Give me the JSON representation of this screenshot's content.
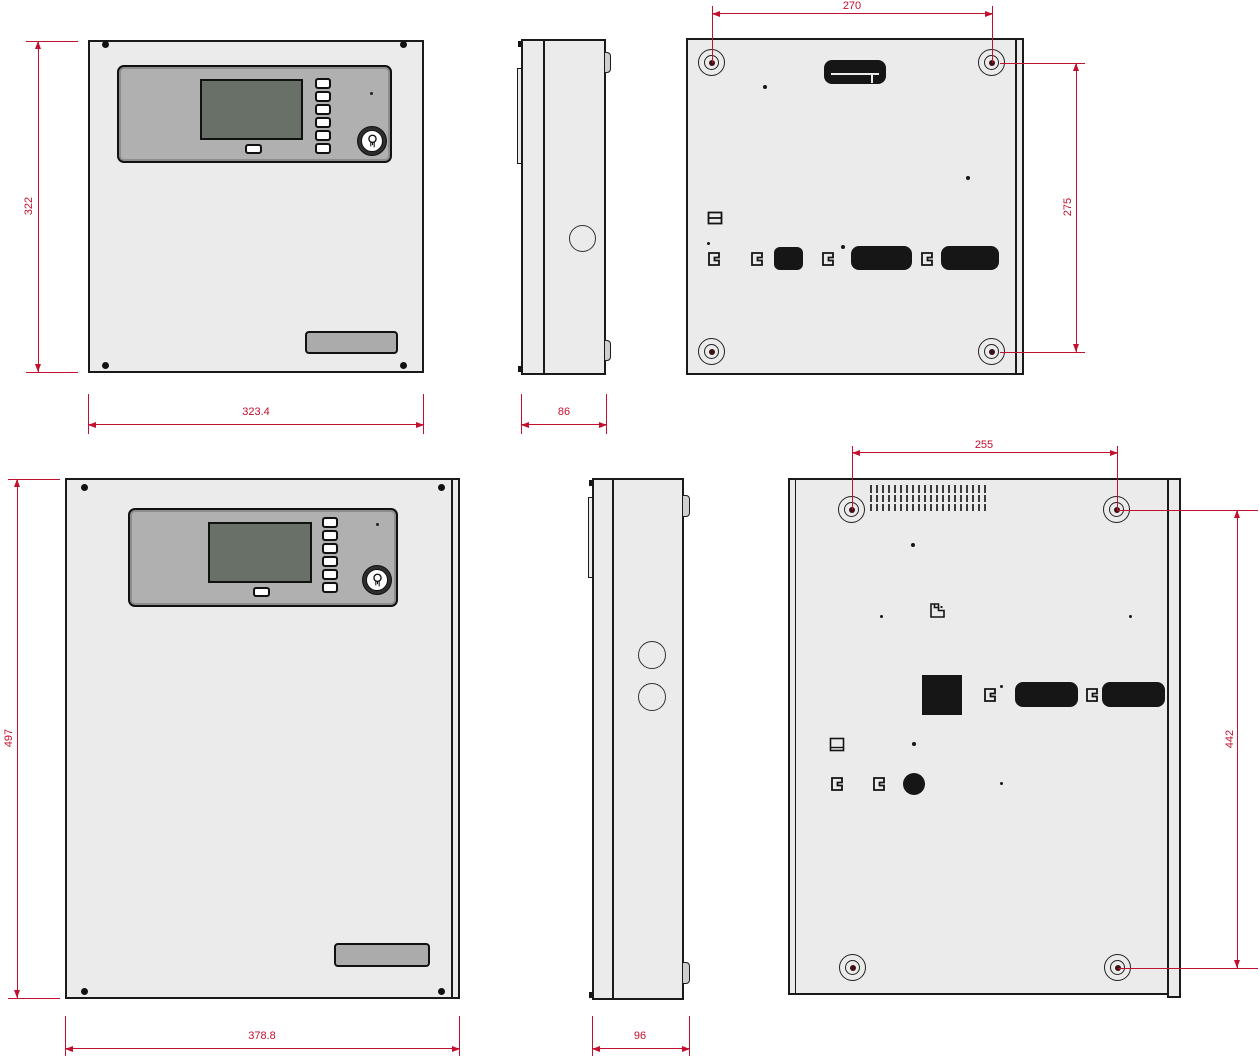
{
  "drawing": {
    "kind": "enclosure-dimension-drawing",
    "colors": {
      "dimension": "#c3102f",
      "panel_fill": "#ebebeb",
      "bezel_fill": "#b0b0b0",
      "screen_fill": "#687068",
      "line": "#1a1a1a"
    },
    "units": {
      "small": {
        "front": {
          "height_label": "322",
          "width_label": "323.4"
        },
        "side": {
          "depth_label": "86"
        },
        "back": {
          "hole_spacing_x": "270",
          "hole_spacing_y": "275"
        }
      },
      "large": {
        "front": {
          "height_label": "497",
          "width_label": "378.8"
        },
        "side": {
          "depth_label": "96"
        },
        "back": {
          "hole_spacing_x": "255",
          "hole_spacing_y": "442"
        }
      }
    }
  }
}
